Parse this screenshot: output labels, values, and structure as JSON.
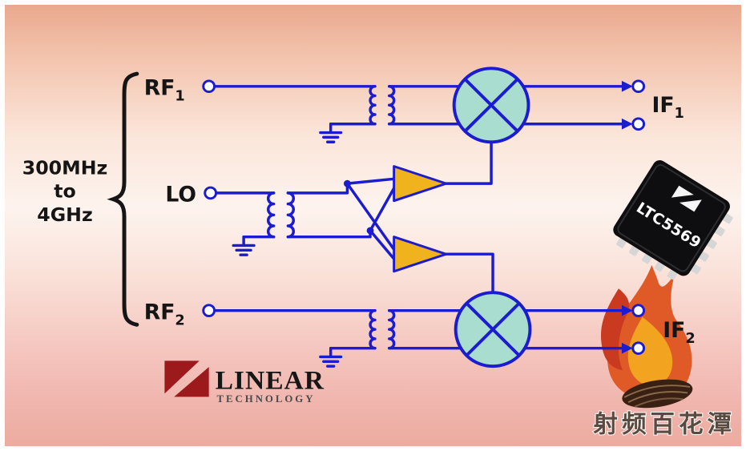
{
  "frequency_brace": {
    "line1": "300MHz",
    "line2": "to",
    "line3": "4GHz"
  },
  "ports": {
    "rf1": {
      "name": "RF",
      "sub": "1"
    },
    "lo": {
      "name": "LO"
    },
    "rf2": {
      "name": "RF",
      "sub": "2"
    },
    "if1": {
      "name": "IF",
      "sub": "1"
    },
    "if2": {
      "name": "IF",
      "sub": "2"
    }
  },
  "chip": {
    "part_number": "LTC5569"
  },
  "vendor_logo": {
    "name": "LINEAR",
    "sub_name": "TECHNOLOGY"
  },
  "watermark": {
    "text": "射频百花潭"
  },
  "colors": {
    "wire": "#1b1bd0",
    "mixer_fill": "#a8ddd0",
    "amp_fill": "#f0b21d",
    "terminal_fill": "#ffffff",
    "chip_body": "#0e0e10",
    "logo_red": "#9c1a1c",
    "flame_orange": "#e05a28",
    "flame_yellow": "#f2a31f",
    "flame_red": "#c93a20",
    "label_ink": "#151515"
  }
}
